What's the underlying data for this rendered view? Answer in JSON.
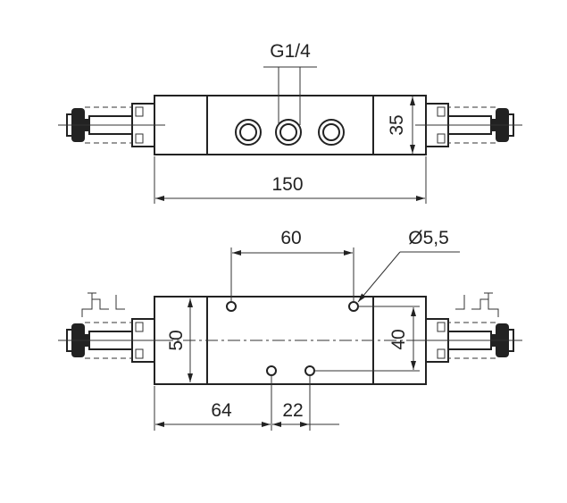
{
  "top_view": {
    "port_label": "G1/4",
    "height_label": "35",
    "length_label": "150"
  },
  "bottom_view": {
    "hole_spacing_label": "60",
    "hole_diameter_label": "Ø5,5",
    "width_label": "50",
    "hole_row_spacing_label": "40",
    "offset_label": "64",
    "lower_hole_spacing_label": "22"
  }
}
